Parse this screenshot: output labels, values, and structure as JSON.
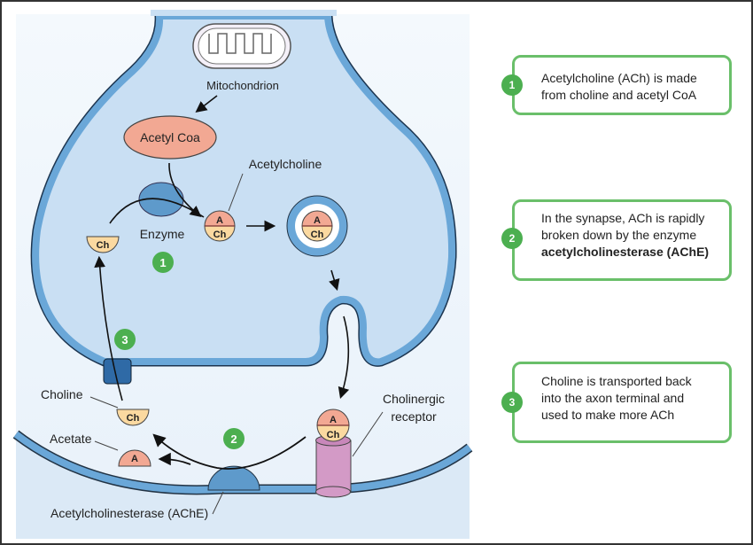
{
  "diagram": {
    "labels": {
      "mitochondrion": "Mitochondrion",
      "acetyl_coa": "Acetyl Coa",
      "acetylcholine": "Acetylcholine",
      "enzyme": "Enzyme",
      "choline": "Choline",
      "acetate": "Acetate",
      "ache": "Acetylcholinesterase (AChE)",
      "receptor_line1": "Cholinergic",
      "receptor_line2": "receptor"
    },
    "molecule_labels": {
      "acetyl": "A",
      "choline": "Ch"
    },
    "step_markers": [
      "1",
      "2",
      "3"
    ]
  },
  "steps": [
    {
      "number": "1",
      "lines": [
        "Acetylcholine (ACh) is made",
        "from choline and acetyl CoA"
      ]
    },
    {
      "number": "2",
      "lines": [
        "In the synapse, ACh is rapidly",
        "broken down by the enzyme"
      ],
      "bold_line": "acetylcholinesterase (AChE)"
    },
    {
      "number": "3",
      "lines": [
        "Choline is transported back",
        "into the axon terminal and",
        "used to make more ACh"
      ]
    }
  ],
  "colors": {
    "membrane": "#6aa7d8",
    "cytoplasm": "#cfe3f5",
    "acetyl": "#f2a893",
    "choline": "#fbd9a0",
    "enzyme": "#5e9acb",
    "receptor": "#d39ac6",
    "step_green": "#4caf50"
  }
}
